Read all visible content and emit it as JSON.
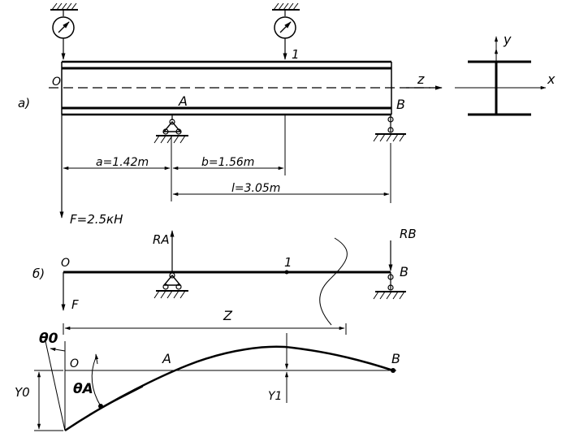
{
  "labels": {
    "part_a": "a)",
    "part_b": "б)",
    "origin": "O",
    "point_a": "A",
    "point_b": "B",
    "point_1": "1",
    "axis_z": "z",
    "axis_x": "x",
    "axis_y": "y",
    "dim_a": "a=1.42m",
    "dim_b": "b=1.56m",
    "dim_l": "l=3.05m",
    "force": "F=2.5кН",
    "reaction_a": "RA",
    "reaction_b": "RB",
    "force_f": "F",
    "coord_z": "Z",
    "theta_0": "θ0",
    "theta_a": "θA",
    "y_0": "Y0",
    "y_1": "Y1"
  },
  "colors": {
    "ink": "#000000",
    "background": "#ffffff"
  },
  "icons": [
    "dial-gauge-icon",
    "pin-support-icon",
    "roller-support-icon",
    "ground-hatch-icon"
  ]
}
